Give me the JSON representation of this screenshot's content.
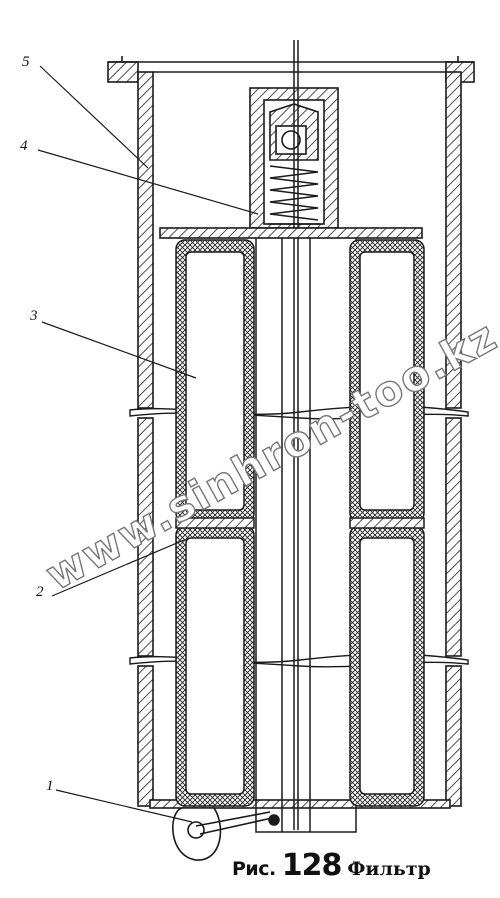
{
  "figure": {
    "caption_prefix": "Рис.",
    "caption_number": "128",
    "caption_title": "Фильтр"
  },
  "callouts": [
    {
      "id": "1",
      "label": "1"
    },
    {
      "id": "2",
      "label": "2"
    },
    {
      "id": "3",
      "label": "3"
    },
    {
      "id": "4",
      "label": "4"
    },
    {
      "id": "5",
      "label": "5"
    }
  ],
  "watermark": {
    "text": "www.sinhron-too.kz"
  },
  "colors": {
    "ink": "#1a1a1a",
    "paper": "#ffffff",
    "watermark_outline": "#777777"
  }
}
